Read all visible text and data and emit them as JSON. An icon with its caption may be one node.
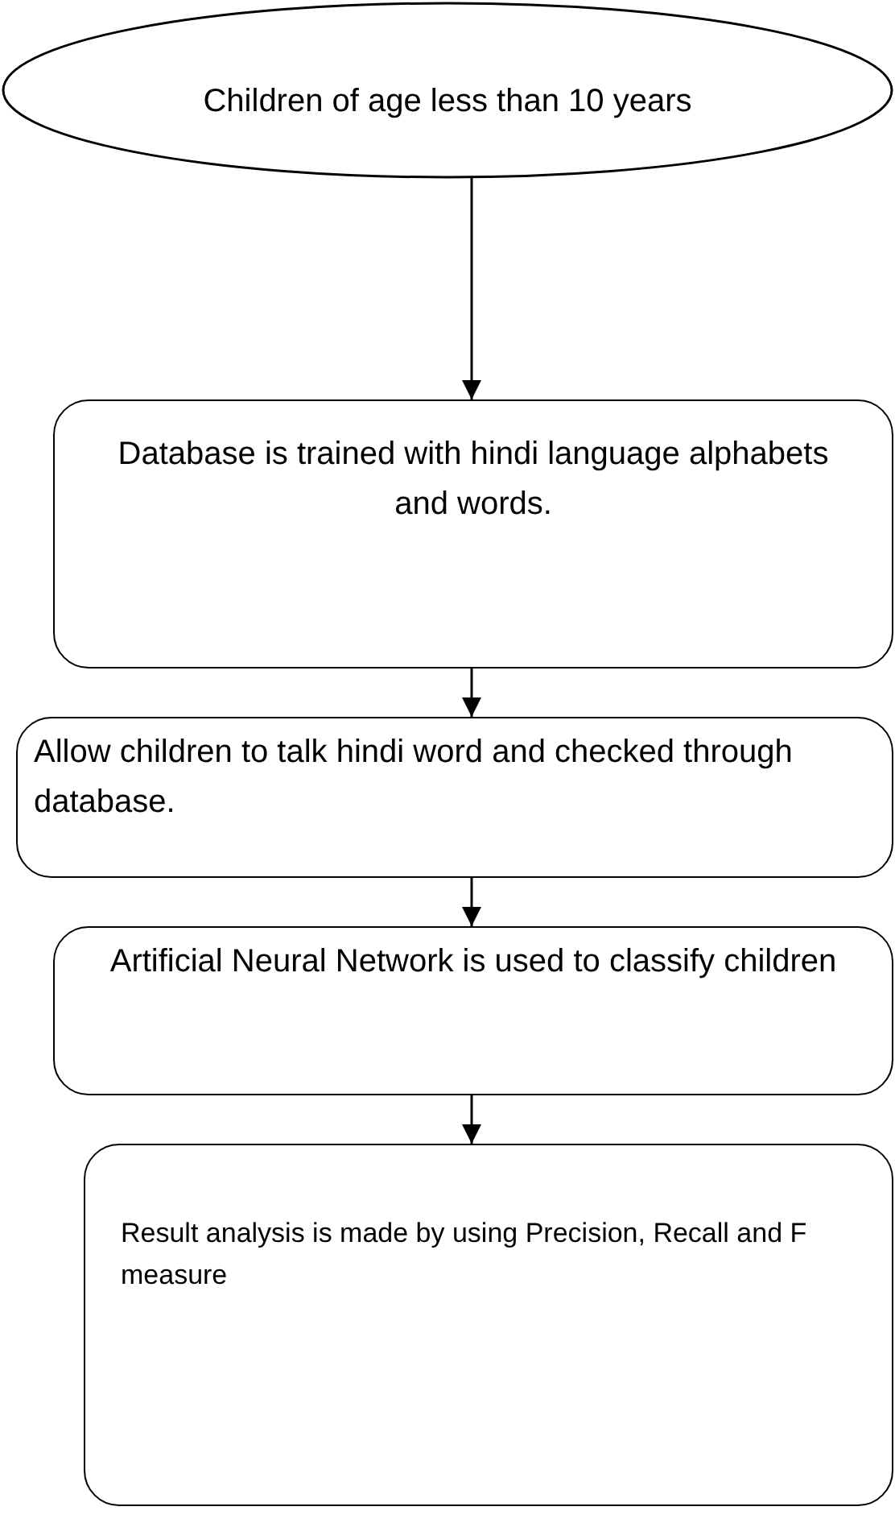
{
  "diagram": {
    "nodes": [
      {
        "text": [
          "Children of age less than 10 years"
        ]
      },
      {
        "text": [
          "Database is trained with hindi language alphabets and words."
        ]
      },
      {
        "text": [
          "Allow children to talk hindi word and checked through database."
        ]
      },
      {
        "text": [
          "Artificial Neural Network is used to classify children"
        ]
      },
      {
        "text": [
          "Result analysis is made by using Precision, Recall and F measure"
        ]
      }
    ],
    "edges": [
      {
        "from": 0,
        "to": 1,
        "arrow": "to"
      },
      {
        "from": 1,
        "to": 2,
        "arrow": "to"
      },
      {
        "from": 2,
        "to": 3,
        "arrow": "to"
      },
      {
        "from": 3,
        "to": 4,
        "arrow": "to"
      }
    ]
  }
}
